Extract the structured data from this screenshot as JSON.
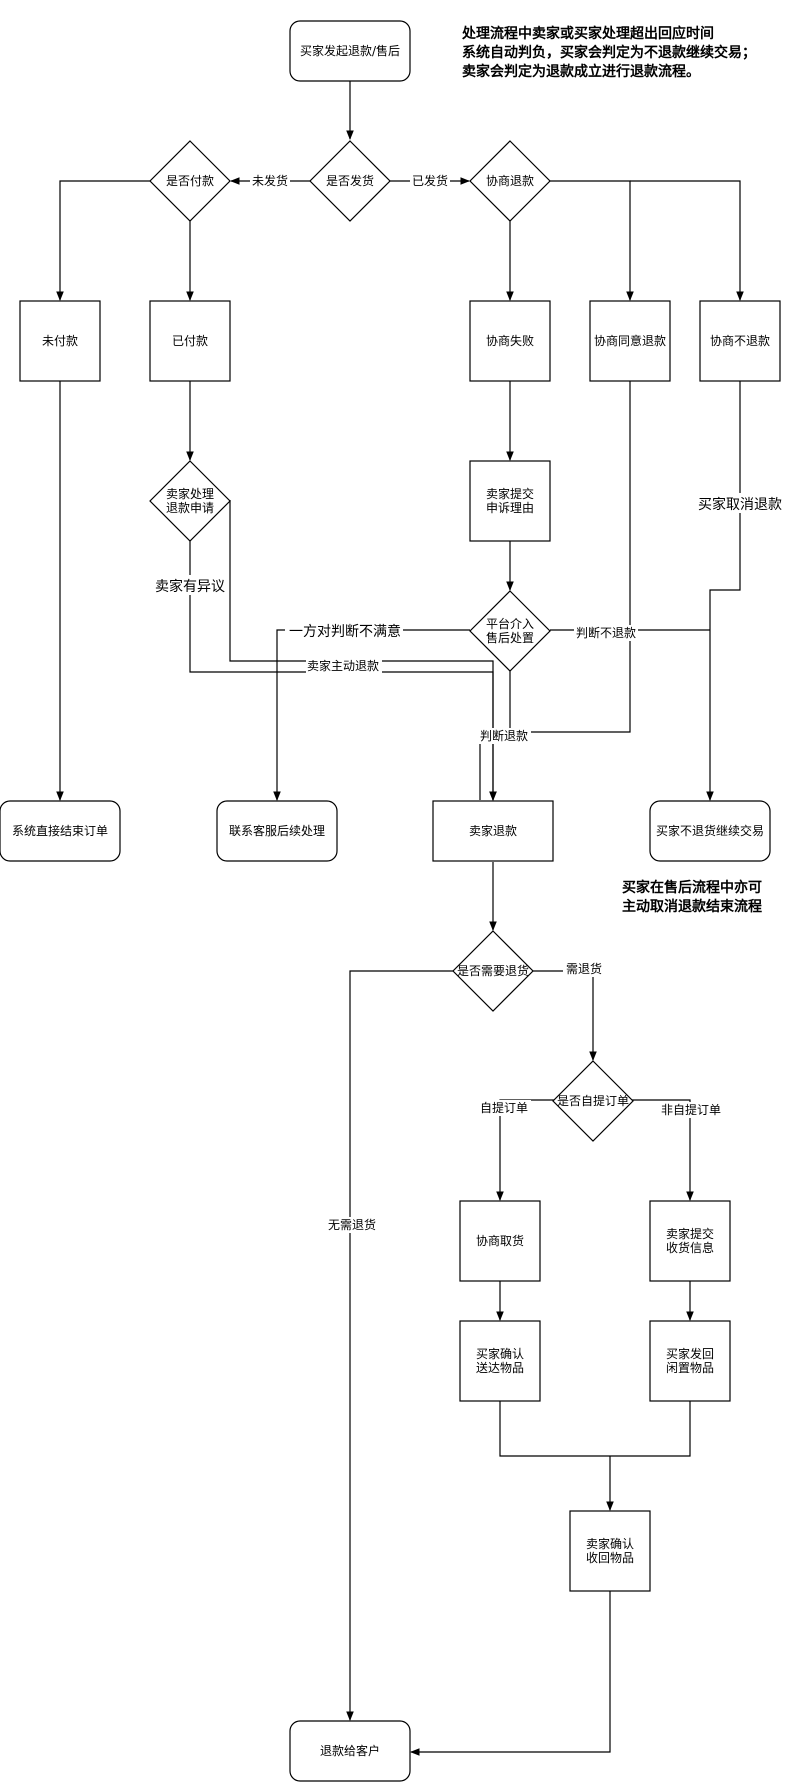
{
  "notes": {
    "top_line1": "处理流程中卖家或买家处理超出回应时间",
    "top_line2": "系统自动判负，买家会判定为不退款继续交易；",
    "top_line3": "卖家会判定为退款成立进行退款流程。",
    "bottom_line1": "买家在售后流程中亦可",
    "bottom_line2": "主动取消退款结束流程"
  },
  "nodes": {
    "start": "买家发起退款/售后",
    "shipped_q": "是否发货",
    "paid_q": "是否付款",
    "negotiate": "协商退款",
    "unpaid": "未付款",
    "paid": "已付款",
    "neg_fail": "协商失败",
    "neg_agree": "协商同意退款",
    "neg_no": "协商不退款",
    "seller_handle_1": "卖家处理",
    "seller_handle_2": "退款申请",
    "seller_appeal_1": "卖家提交",
    "seller_appeal_2": "申诉理由",
    "platform_1": "平台介入",
    "platform_2": "售后处置",
    "sys_end": "系统直接结束订单",
    "cs": "联系客服后续处理",
    "seller_refund": "卖家退款",
    "buyer_continue": "买家不退货继续交易",
    "need_return_q": "是否需要退货",
    "self_pickup_q": "是否自提订单",
    "neg_pickup": "协商取货",
    "seller_addr_1": "卖家提交",
    "seller_addr_2": "收货信息",
    "buyer_confirm_1": "买家确认",
    "buyer_confirm_2": "送达物品",
    "buyer_return_1": "买家发回",
    "buyer_return_2": "闲置物品",
    "seller_confirm_1": "卖家确认",
    "seller_confirm_2": "收回物品",
    "refund_customer": "退款给客户"
  },
  "edge_labels": {
    "not_shipped": "未发货",
    "shipped": "已发货",
    "buyer_cancel": "买家取消退款",
    "seller_objection": "卖家有异议",
    "one_party_unsatisfied": "一方对判断不满意",
    "judge_no_refund": "判断不退款",
    "seller_active_refund": "卖家主动退款",
    "judge_refund": "判断退款",
    "need_return": "需退货",
    "self_pickup": "自提订单",
    "non_self_pickup": "非自提订单",
    "no_return": "无需退货"
  }
}
